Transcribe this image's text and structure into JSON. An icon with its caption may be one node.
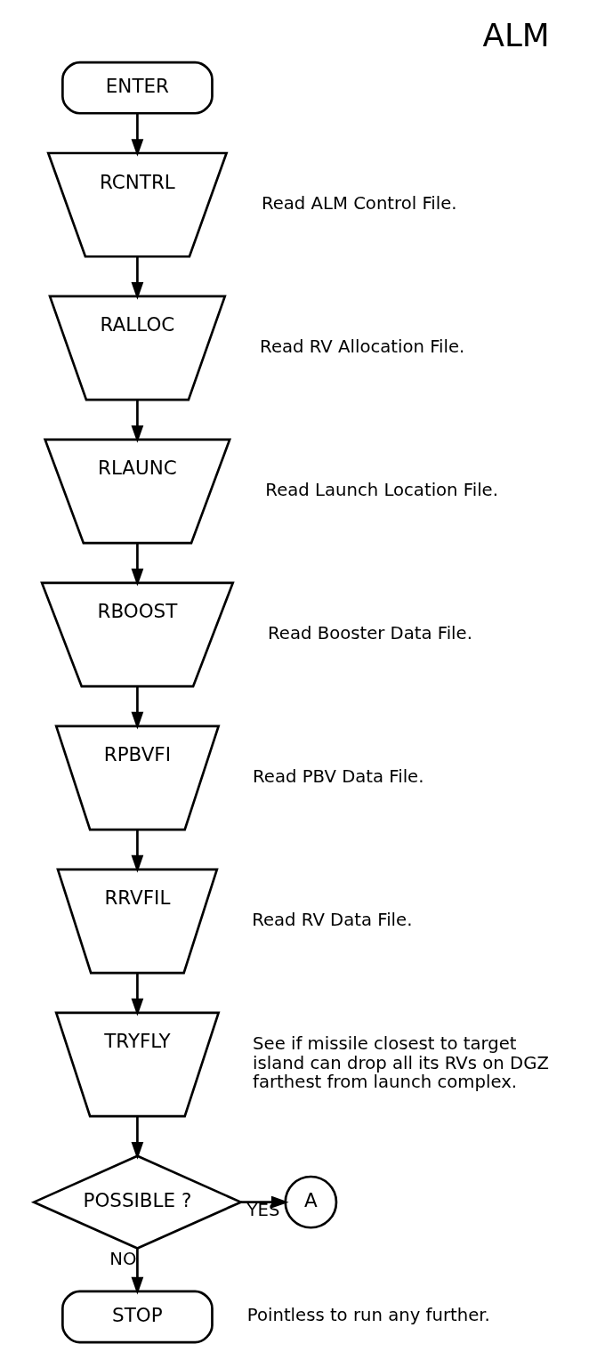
{
  "diagram": {
    "title": "ALM",
    "nodes": [
      {
        "text": [
          "ENTER"
        ]
      },
      {
        "text": [
          "RCNTRL"
        ],
        "beside": [
          "Read ALM Control File."
        ]
      },
      {
        "text": [
          "RALLOC"
        ],
        "beside": [
          "Read RV Allocation File."
        ]
      },
      {
        "text": [
          "RLAUNC"
        ],
        "beside": [
          "Read Launch Location File."
        ]
      },
      {
        "text": [
          "RBOOST"
        ],
        "beside": [
          "Read Booster Data File."
        ]
      },
      {
        "text": [
          "RPBVFI"
        ],
        "beside": [
          "Read PBV Data File."
        ]
      },
      {
        "text": [
          "RRVFIL"
        ],
        "beside": [
          "Read RV Data File."
        ]
      },
      {
        "text": [
          "TRYFLY"
        ],
        "beside": [
          "See if missile closest to target island can drop all its RVs on DGZ farthest from launch complex."
        ]
      },
      {
        "text": [
          "POSSIBLE ?"
        ]
      },
      {
        "text": [
          "A"
        ]
      },
      {
        "text": [
          "STOP"
        ],
        "beside": [
          "Pointless to run any further."
        ]
      }
    ],
    "edges": [
      {
        "from": 0,
        "to": 1,
        "arrow": "to"
      },
      {
        "from": 1,
        "to": 2,
        "arrow": "to"
      },
      {
        "from": 2,
        "to": 3,
        "arrow": "to"
      },
      {
        "from": 3,
        "to": 4,
        "arrow": "to"
      },
      {
        "from": 4,
        "to": 5,
        "arrow": "to"
      },
      {
        "from": 5,
        "to": 6,
        "arrow": "to"
      },
      {
        "from": 6,
        "to": 7,
        "arrow": "to"
      },
      {
        "from": 7,
        "to": 8,
        "arrow": "to"
      },
      {
        "from": 8,
        "to": 9,
        "label": "YES",
        "arrow": "to"
      },
      {
        "from": 8,
        "to": 10,
        "label": "NO",
        "arrow": "to"
      }
    ]
  }
}
